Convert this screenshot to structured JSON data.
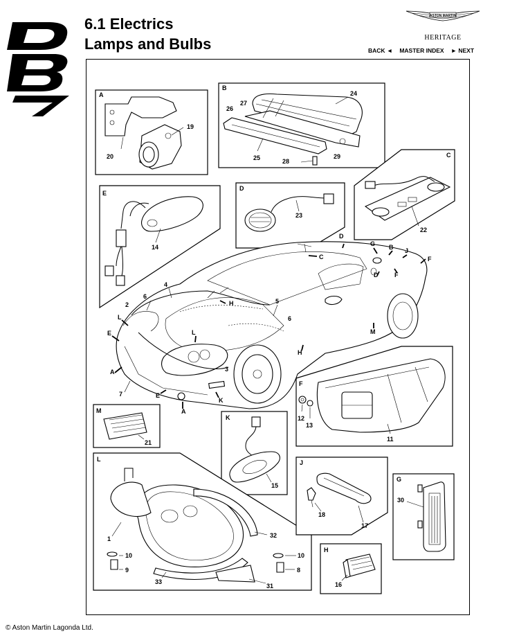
{
  "header": {
    "title_line1": "6.1 Electrics",
    "title_line2": "Lamps and Bulbs",
    "brand_logo_text": "ASTON MARTIN",
    "heritage": "HERITAGE"
  },
  "nav": {
    "back": "BACK ◄",
    "master_index": "MASTER INDEX",
    "next": "► NEXT"
  },
  "footer": {
    "copyright": "© Aston Martin Lagonda Ltd."
  },
  "diagram": {
    "panels": {
      "A": "A",
      "B": "B",
      "C": "C",
      "D": "D",
      "E": "E",
      "F": "F",
      "G": "G",
      "H": "H",
      "J": "J",
      "K": "K",
      "L": "L",
      "M": "M"
    },
    "parts": {
      "p1": "1",
      "p2": "2",
      "p3": "3",
      "p4": "4",
      "p5": "5",
      "p6": "6",
      "p6b": "6",
      "p7": "7",
      "p8": "8",
      "p9": "9",
      "p10a": "10",
      "p10b": "10",
      "p11": "11",
      "p12": "12",
      "p13": "13",
      "p14": "14",
      "p15": "15",
      "p16": "16",
      "p17": "17",
      "p18": "18",
      "p19": "19",
      "p20": "20",
      "p21": "21",
      "p22": "22",
      "p23": "23",
      "p24": "24",
      "p25": "25",
      "p26": "26",
      "p27": "27",
      "p28": "28",
      "p29": "29",
      "p30": "30",
      "p31": "31",
      "p32": "32",
      "p33": "33"
    },
    "car_callouts": {
      "D": "D",
      "G": "G",
      "B": "B",
      "J": "J",
      "F": "F",
      "C": "C",
      "D2": "D",
      "F2": "F",
      "H": "H",
      "M": "M",
      "L": "L",
      "E": "E",
      "A": "A",
      "L2": "L",
      "H2": "H",
      "E2": "E",
      "K": "K",
      "A2": "A"
    }
  }
}
